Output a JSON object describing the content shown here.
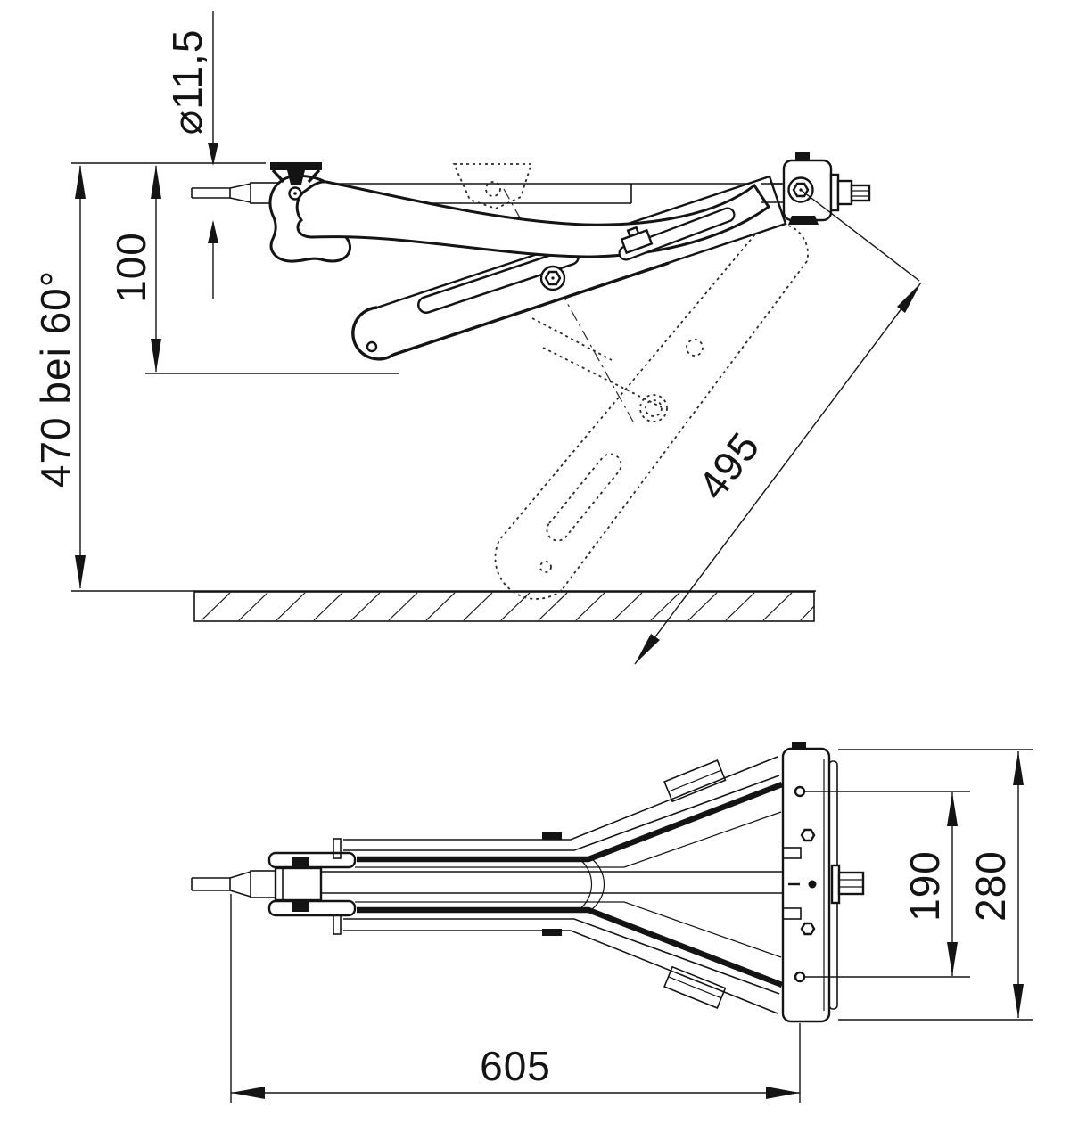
{
  "drawing": {
    "title": "Scissor jack / corner steady technical drawing",
    "line_color": "#141414",
    "background_color": "#ffffff",
    "views": [
      {
        "name": "side-view",
        "description": "Side elevation, leg solid in raised position and dotted extended to ground"
      },
      {
        "name": "plan-view",
        "description": "Top view with crank spindle and mounting plate"
      }
    ],
    "dims": {
      "spindle_diameter": "⌀11,5",
      "offset_height": "100",
      "extended_height": "470 bei 60°",
      "leg_length": "495",
      "hole_spacing": "190",
      "plate_height": "280",
      "overall_length": "605"
    }
  }
}
